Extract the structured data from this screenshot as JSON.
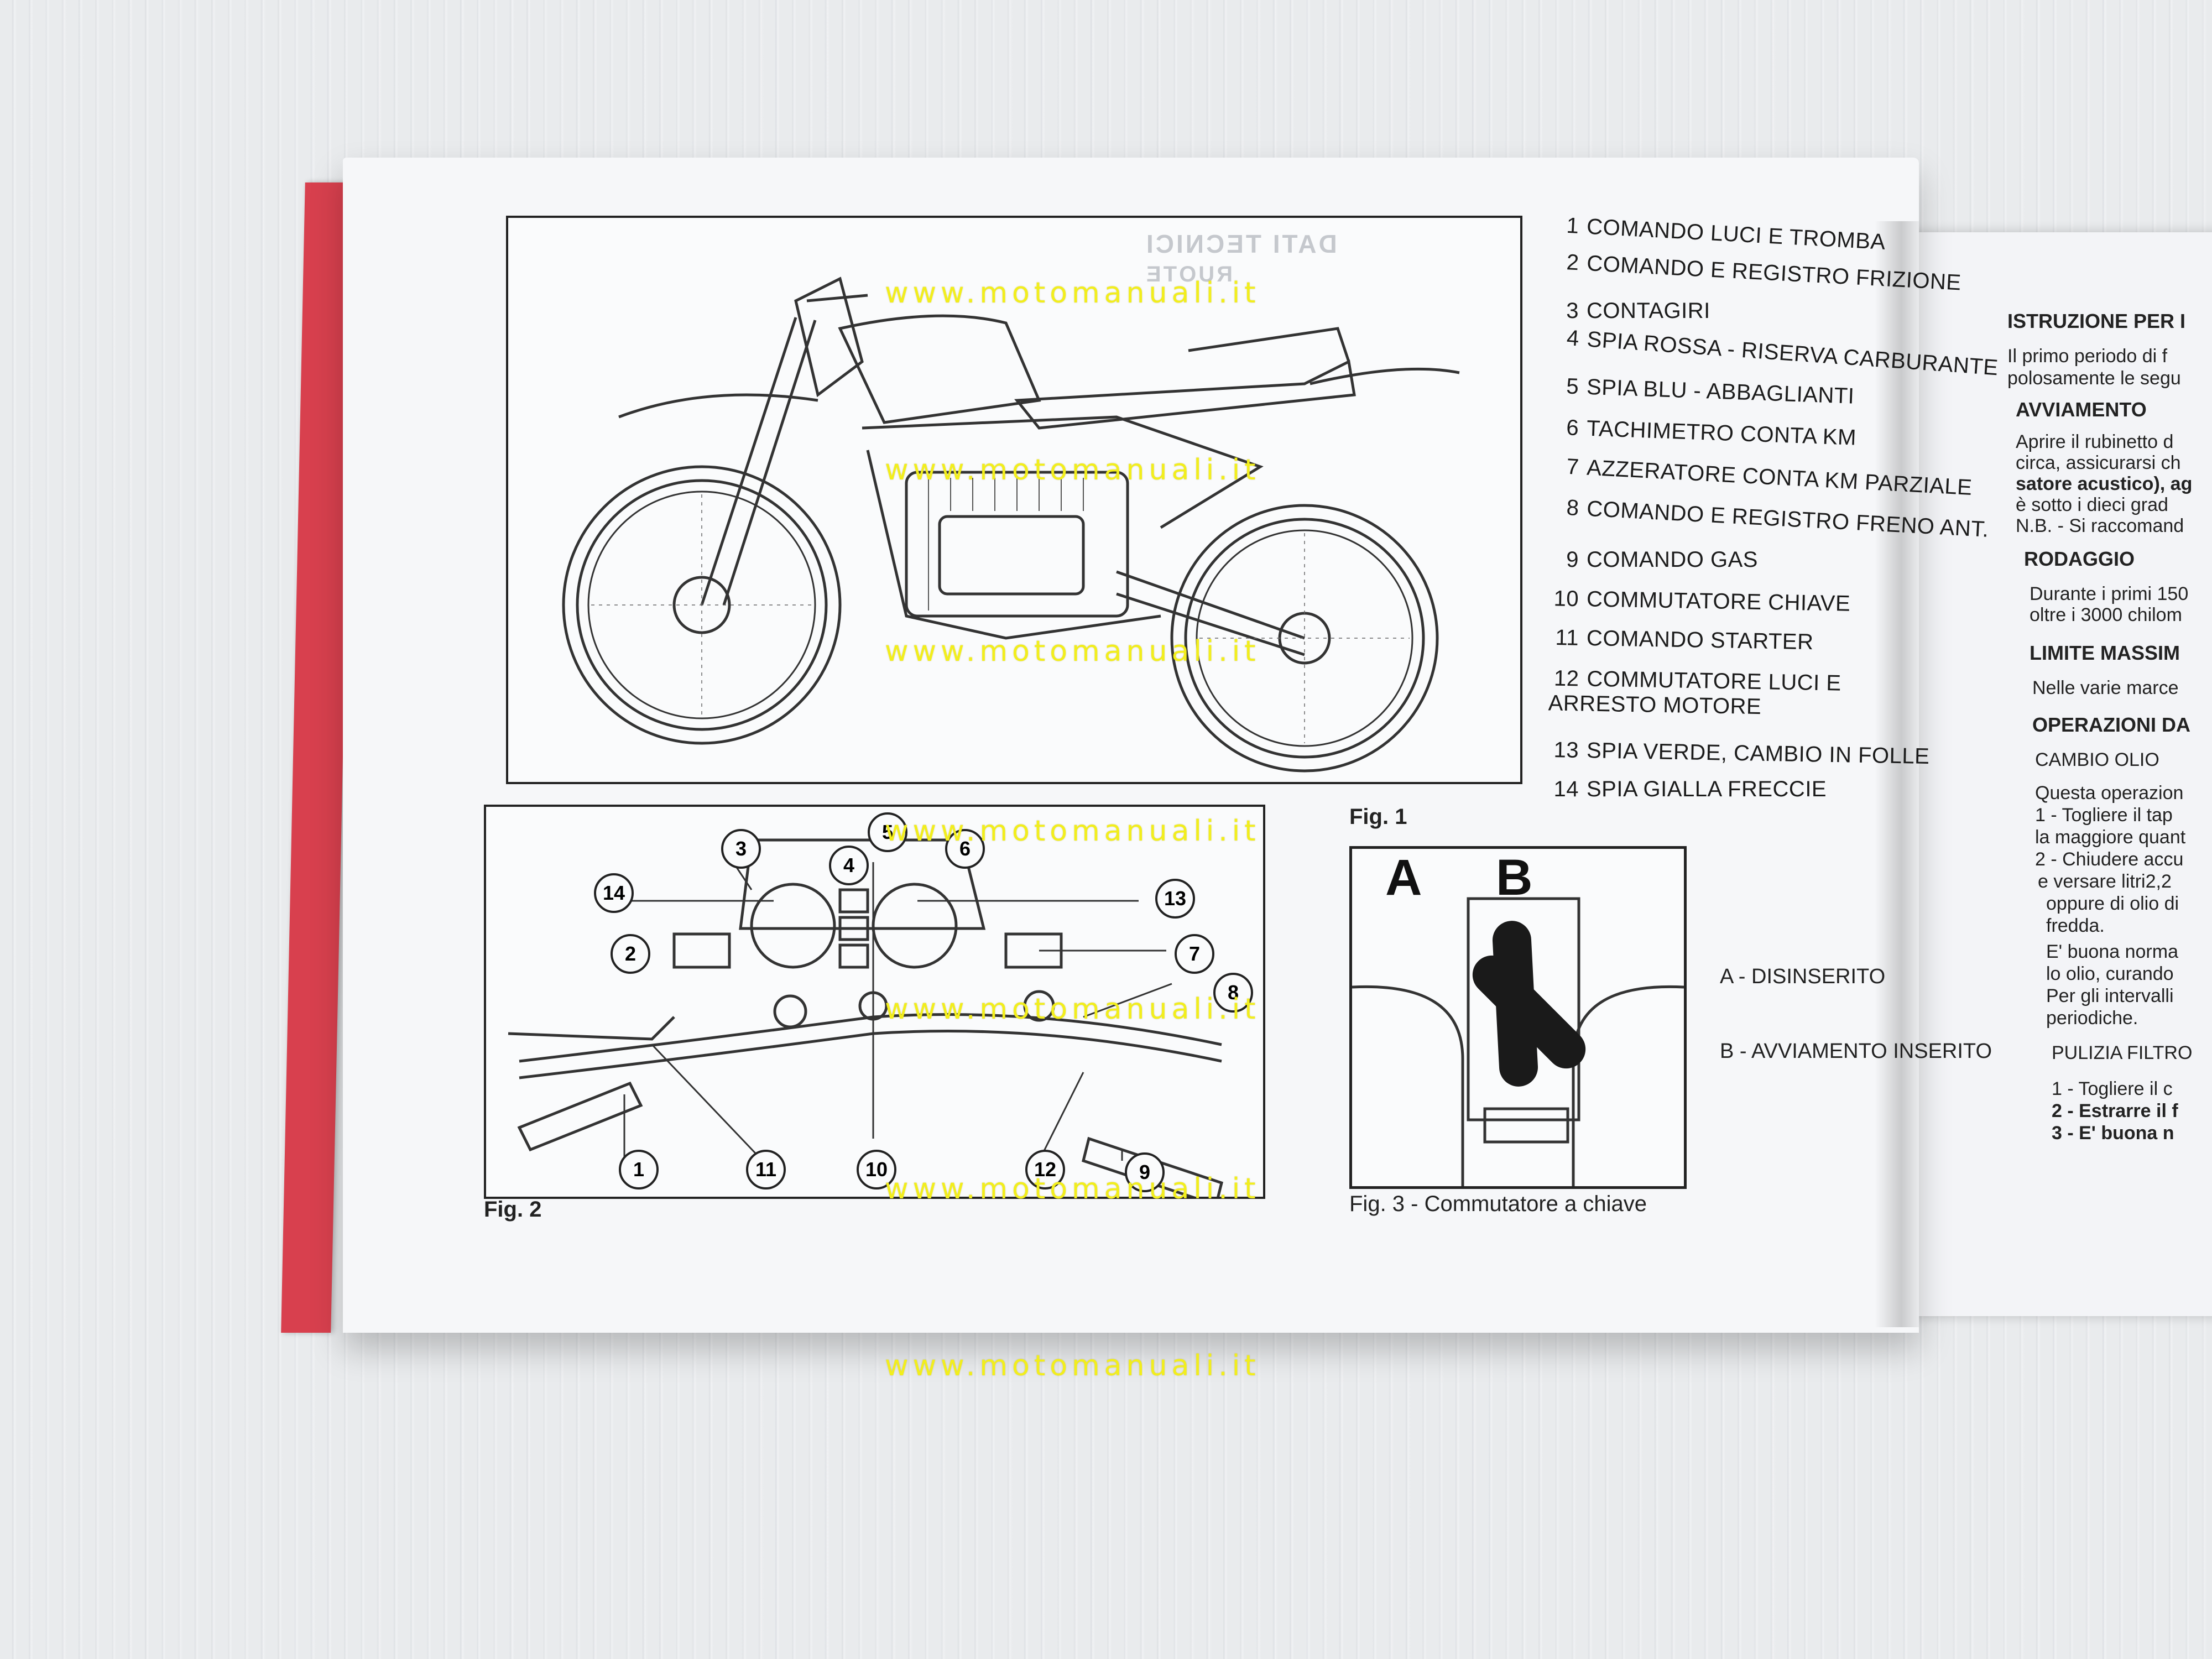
{
  "fig1": {
    "caption": "Fig. 1",
    "ghost_heading": "DATI TECNICI",
    "ghost_sub": "RUOTE"
  },
  "fig2": {
    "caption": "Fig. 2",
    "callouts": [
      "1",
      "2",
      "3",
      "4",
      "5",
      "6",
      "7",
      "8",
      "9",
      "10",
      "11",
      "12",
      "13",
      "14"
    ]
  },
  "fig3": {
    "caption": "Fig. 3 - Commutatore a chiave",
    "letter_a": "A",
    "letter_b": "B",
    "legend_a": "A - DISINSERITO",
    "legend_b": "B - AVVIAMENTO INSERITO"
  },
  "legend": [
    {
      "num": "1",
      "text": "COMANDO LUCI E TROMBA"
    },
    {
      "num": "2",
      "text": "COMANDO E REGISTRO FRIZIONE"
    },
    {
      "num": "3",
      "text": "CONTAGIRI"
    },
    {
      "num": "4",
      "text": "SPIA ROSSA - RISERVA CARBURANTE"
    },
    {
      "num": "5",
      "text": "SPIA BLU - ABBAGLIANTI"
    },
    {
      "num": "6",
      "text": "TACHIMETRO CONTA KM"
    },
    {
      "num": "7",
      "text": "AZZERATORE CONTA KM PARZIALE"
    },
    {
      "num": "8",
      "text": "COMANDO E REGISTRO FRENO ANT."
    },
    {
      "num": "9",
      "text": "COMANDO GAS"
    },
    {
      "num": "10",
      "text": "COMMUTATORE CHIAVE"
    },
    {
      "num": "11",
      "text": "COMANDO STARTER"
    },
    {
      "num": "12",
      "text": "COMMUTATORE LUCI E ARRESTO MOTORE"
    },
    {
      "num": "13",
      "text": "SPIA VERDE, CAMBIO IN FOLLE"
    },
    {
      "num": "14",
      "text": "SPIA GIALLA FRECCIE"
    }
  ],
  "right_page": {
    "lines": [
      "ISTRUZIONE PER I",
      "Il primo periodo di f",
      "polosamente le segu",
      "AVVIAMENTO",
      "Aprire il rubinetto d",
      "circa, assicurarsi ch",
      "satore acustico), ag",
      "è sotto i dieci grad",
      "N.B. - Si raccomand",
      "RODAGGIO",
      "Durante i primi 150",
      "oltre i 3000 chilom",
      "LIMITE MASSIM",
      "Nelle varie marce",
      "OPERAZIONI DA",
      "CAMBIO OLIO",
      "Questa operazion",
      "1 - Togliere il tap",
      "la maggiore quant",
      "2 - Chiudere accu",
      "e versare litri2,2",
      "oppure di olio di",
      "fredda.",
      "E' buona norma",
      "lo olio, curando",
      "Per gli intervalli",
      "periodiche.",
      "PULIZIA FILTRO",
      "1 - Togliere il c",
      "2 - Estrarre il f",
      "3 - E' buona n"
    ]
  },
  "watermark": "www.motomanuali.it",
  "colors": {
    "cover": "#d8404e",
    "paper": "#f6f7f9",
    "ink": "#222222",
    "watermark": "#f2ee1c"
  }
}
